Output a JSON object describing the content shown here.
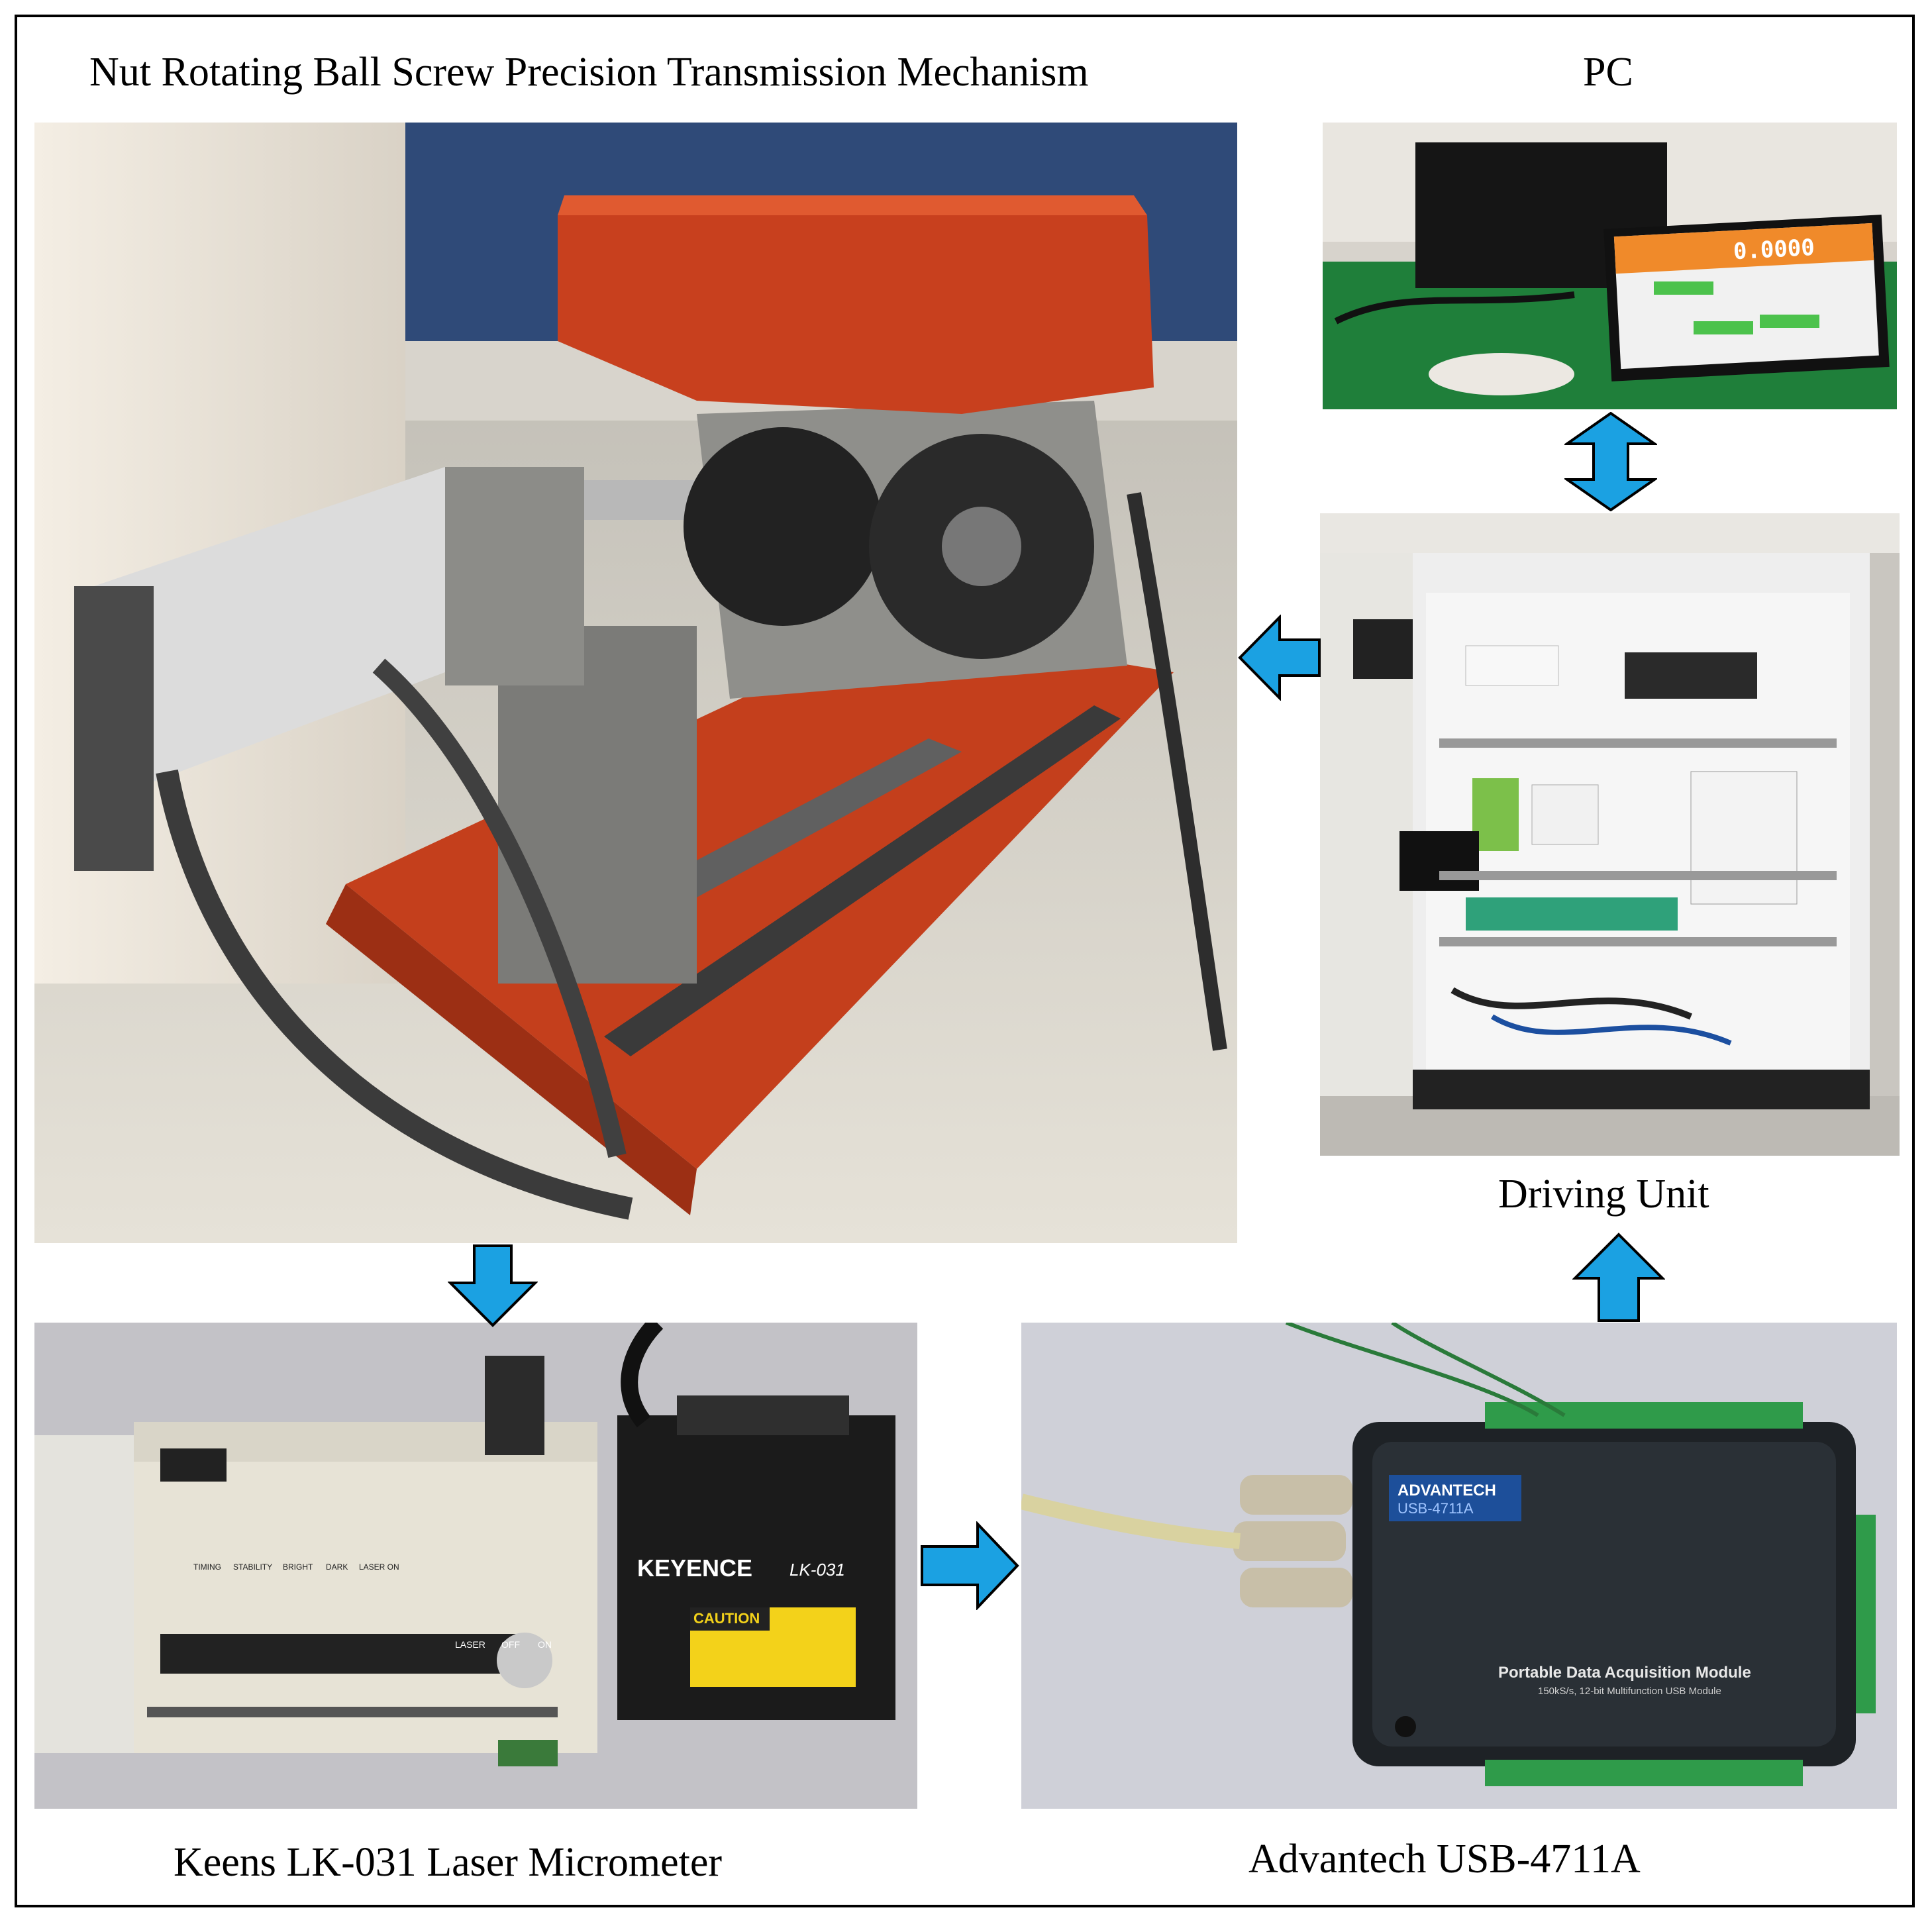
{
  "labels": {
    "mechanism": "Nut Rotating Ball Screw Precision Transmission Mechanism",
    "pc": "PC",
    "driving_unit": "Driving Unit",
    "micrometer": "Keens LK-031 Laser Micrometer",
    "daq": "Advantech USB-4711A"
  },
  "pc_screen": {
    "readout": "0.0000"
  },
  "micrometer_photo": {
    "brand": "KEYENCE",
    "model": "LK-031",
    "caution": "CAUTION",
    "controls": [
      "TIMING",
      "STABILITY",
      "BRIGHT",
      "DARK",
      "LASER ON"
    ],
    "laser_switch": [
      "LASER",
      "OFF",
      "ON"
    ]
  },
  "daq_photo": {
    "brand": "ADVANTECH",
    "model": "USB-4711A",
    "title": "Portable Data Acquisition Module",
    "subtitle": "150kS/s, 12-bit Multifunction USB Module"
  },
  "colors": {
    "arrow_fill": "#1ba1e2",
    "arrow_stroke": "#000000",
    "frame": "#000000",
    "red_table": "#c8401e",
    "steel": "#8a8a8a"
  },
  "icons": {
    "flow_arrow": "block-arrow-icon",
    "bidirectional_arrow": "double-headed-arrow-icon"
  }
}
